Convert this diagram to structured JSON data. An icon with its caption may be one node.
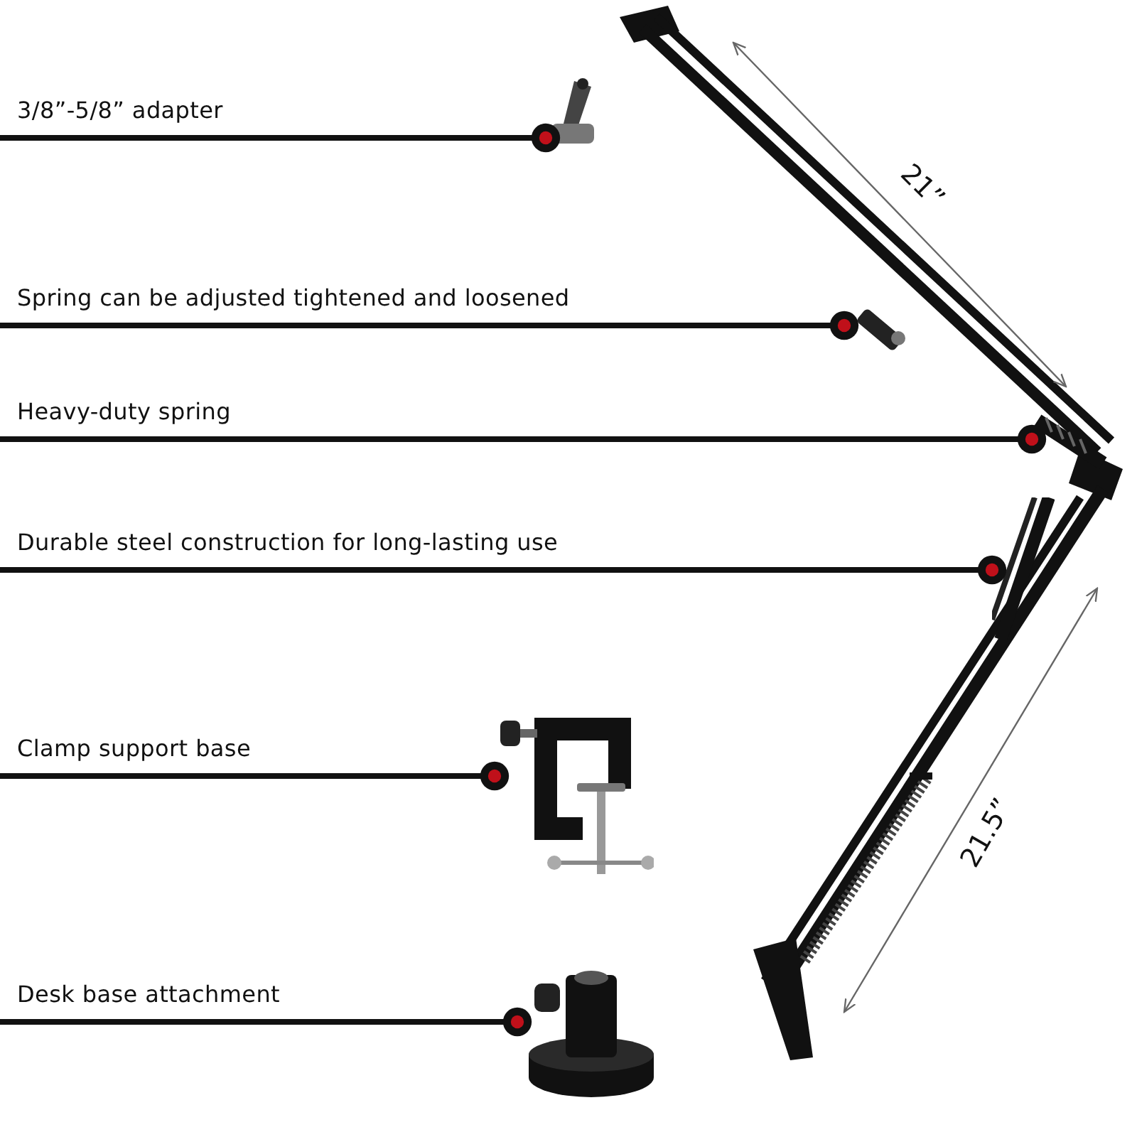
{
  "diagram": {
    "nodes": [
      {
        "text": [
          "3/8”-5/8” adapter"
        ]
      },
      {
        "text": [
          "Spring can be adjusted tightened and loosened"
        ]
      },
      {
        "text": [
          "Heavy-duty spring"
        ]
      },
      {
        "text": [
          "Durable steel construction for long-lasting use"
        ]
      },
      {
        "text": [
          "Clamp support base"
        ]
      },
      {
        "text": [
          "Desk base attachment"
        ]
      },
      {
        "text": [],
        "shape": "picture"
      },
      {
        "text": [],
        "shape": "picture"
      },
      {
        "text": [],
        "shape": "picture"
      },
      {
        "text": [],
        "shape": "picture"
      },
      {
        "text": [],
        "shape": "picture"
      },
      {
        "text": [],
        "shape": "picture"
      }
    ],
    "edges": [
      {
        "from": 0,
        "to": 6,
        "arrow": "other"
      },
      {
        "from": 1,
        "to": 7,
        "arrow": "other"
      },
      {
        "from": 2,
        "to": 8,
        "arrow": "other"
      },
      {
        "from": 3,
        "to": 9,
        "arrow": "other"
      },
      {
        "from": 4,
        "to": 10,
        "arrow": "other"
      },
      {
        "from": 5,
        "to": 11,
        "arrow": "other"
      }
    ],
    "labels": [
      "21”",
      "21.5”"
    ]
  }
}
